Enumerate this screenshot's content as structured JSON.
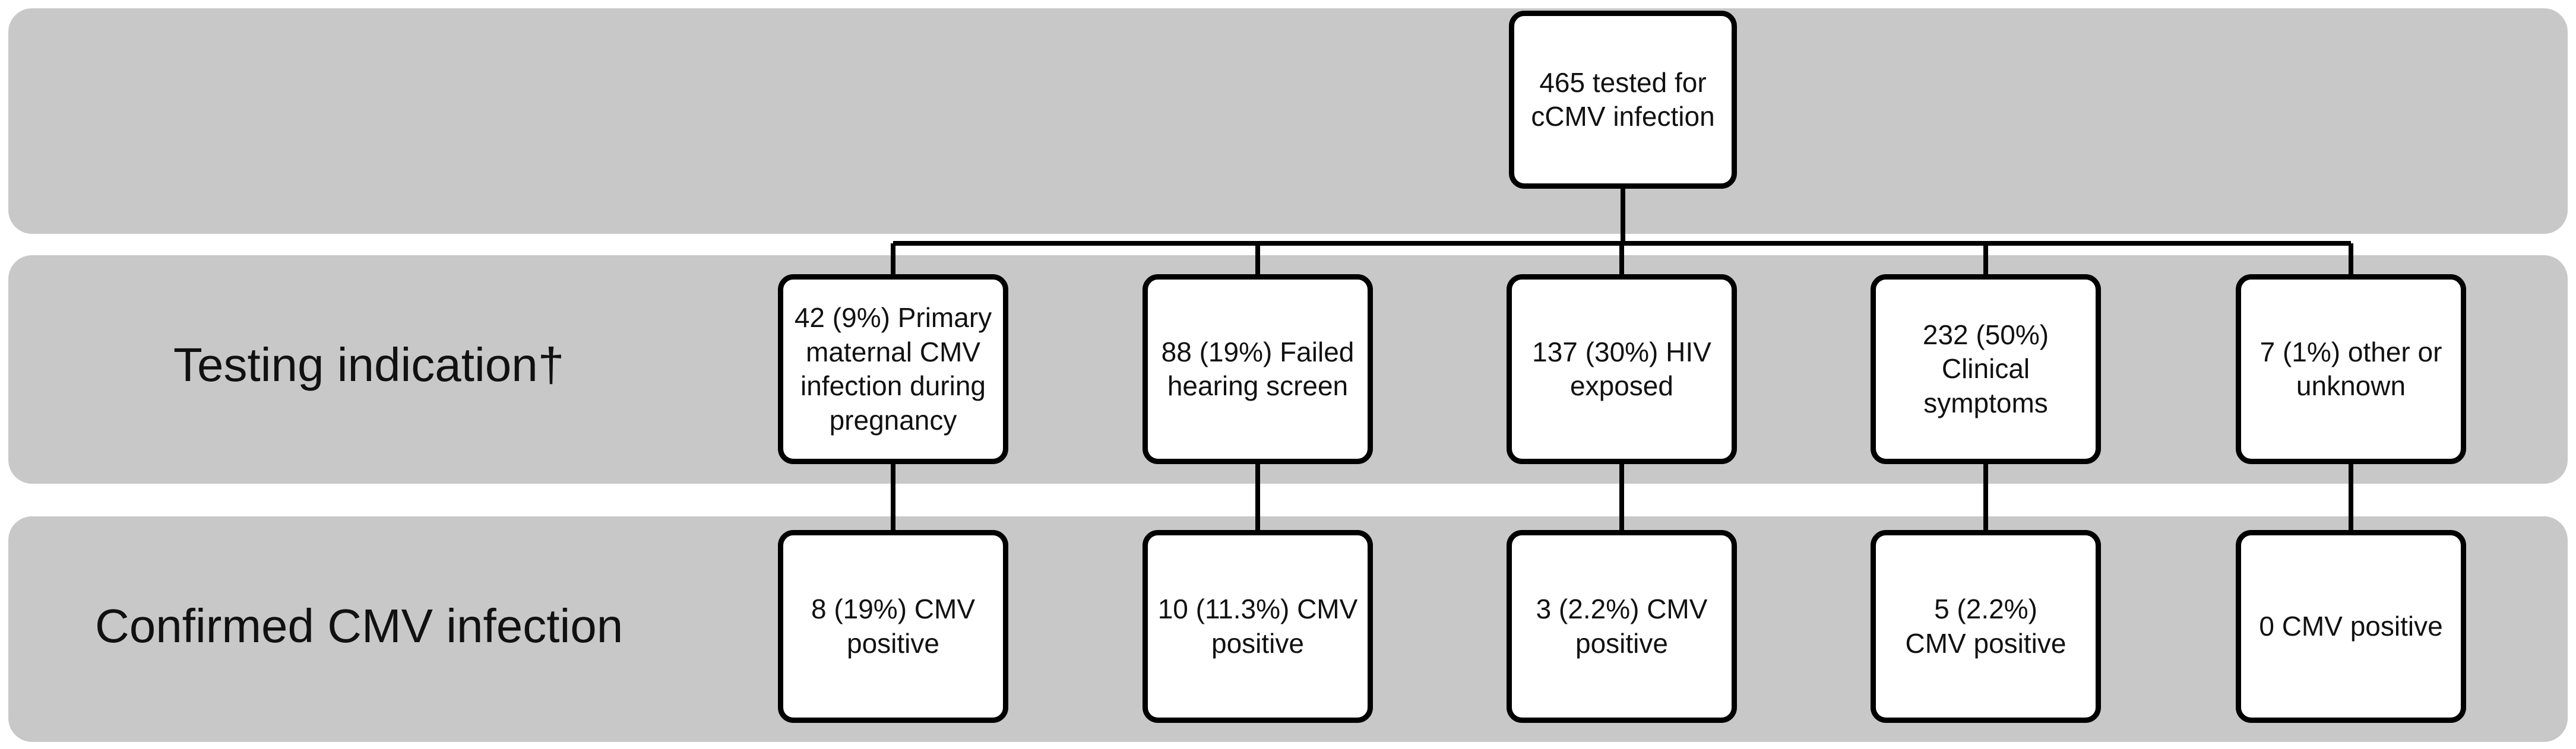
{
  "root": {
    "lines": [
      "465 tested for",
      "cCMV infection"
    ]
  },
  "row_labels": {
    "testing_indication": "Testing indication†",
    "confirmed_infection": "Confirmed CMV infection"
  },
  "indications": [
    {
      "lines": [
        "42 (9%) Primary",
        "maternal CMV",
        "infection during",
        "pregnancy"
      ]
    },
    {
      "lines": [
        "88 (19%) Failed",
        "hearing screen"
      ]
    },
    {
      "lines": [
        "137 (30%) HIV",
        "exposed"
      ]
    },
    {
      "lines": [
        "232 (50%)",
        "Clinical",
        "symptoms"
      ]
    },
    {
      "lines": [
        "7 (1%) other or",
        "unknown"
      ]
    }
  ],
  "results": [
    {
      "lines": [
        "8 (19%) CMV",
        "positive"
      ]
    },
    {
      "lines": [
        "10 (11.3%) CMV",
        "positive"
      ]
    },
    {
      "lines": [
        "3 (2.2%) CMV",
        "positive"
      ]
    },
    {
      "lines": [
        "5 (2.2%)",
        "CMV positive"
      ]
    },
    {
      "lines": [
        "0 CMV positive"
      ]
    }
  ]
}
